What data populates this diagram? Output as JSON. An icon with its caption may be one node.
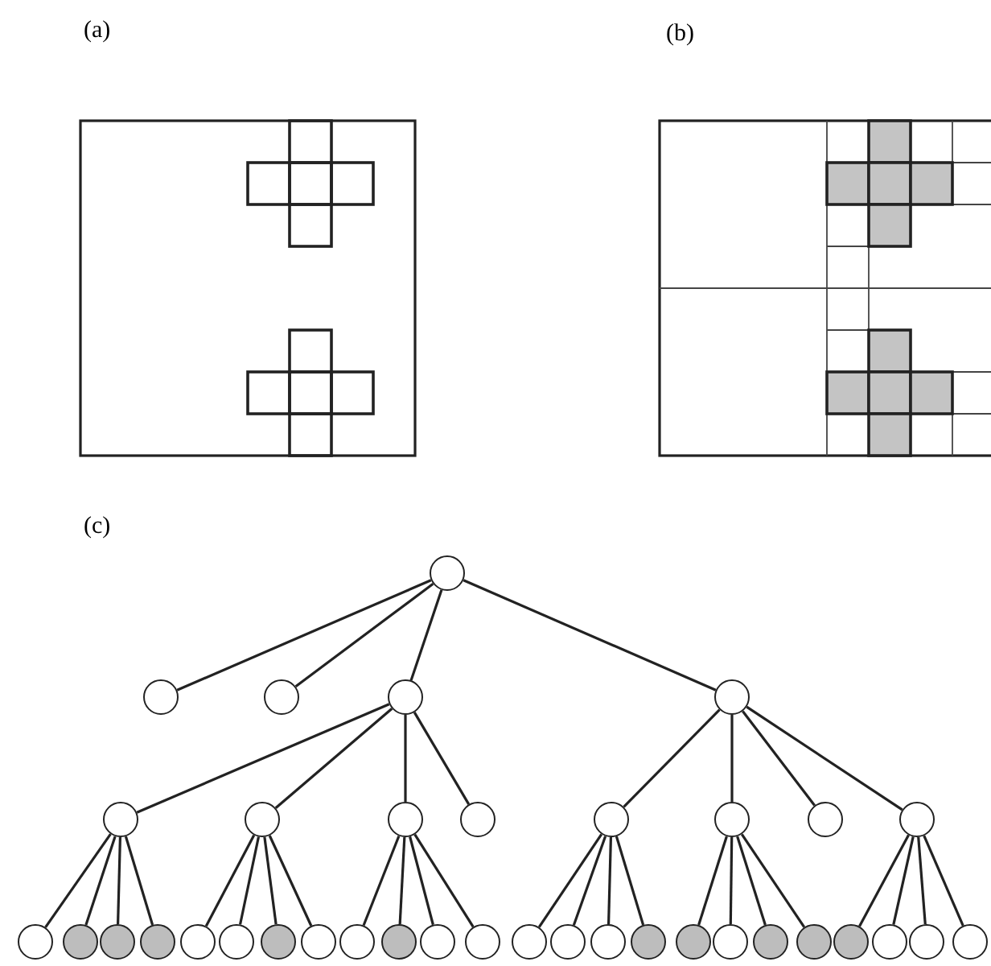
{
  "diagram": {
    "nodes": [
      {
        "text": [],
        "shape": "circle"
      },
      {
        "text": [],
        "shape": "circle"
      },
      {
        "text": [],
        "shape": "circle"
      },
      {
        "text": [],
        "shape": "circle"
      },
      {
        "text": [],
        "shape": "circle"
      },
      {
        "text": [],
        "shape": "circle"
      },
      {
        "text": [],
        "shape": "circle"
      },
      {
        "text": [],
        "shape": "circle"
      },
      {
        "text": [],
        "shape": "circle"
      },
      {
        "text": [],
        "shape": "circle"
      },
      {
        "text": [],
        "shape": "circle"
      },
      {
        "text": [],
        "shape": "circle"
      },
      {
        "text": [],
        "shape": "circle"
      },
      {
        "text": [],
        "shape": "circle"
      },
      {
        "text": [],
        "shape": "circle"
      },
      {
        "text": [],
        "shape": "circle"
      },
      {
        "text": [],
        "shape": "circle"
      },
      {
        "text": [],
        "shape": "circle"
      },
      {
        "text": [],
        "shape": "circle"
      },
      {
        "text": [],
        "shape": "circle"
      },
      {
        "text": [],
        "shape": "circle"
      },
      {
        "text": [],
        "shape": "circle"
      },
      {
        "text": [],
        "shape": "circle"
      },
      {
        "text": [],
        "shape": "circle"
      },
      {
        "text": [],
        "shape": "circle"
      },
      {
        "text": [],
        "shape": "circle"
      },
      {
        "text": [],
        "shape": "circle"
      },
      {
        "text": [],
        "shape": "circle"
      },
      {
        "text": [],
        "shape": "circle"
      },
      {
        "text": [],
        "shape": "circle"
      },
      {
        "text": [],
        "shape": "circle"
      },
      {
        "text": [],
        "shape": "circle"
      },
      {
        "text": [],
        "shape": "circle"
      },
      {
        "text": [],
        "shape": "circle"
      },
      {
        "text": [],
        "shape": "circle"
      },
      {
        "text": [],
        "shape": "circle"
      },
      {
        "text": [],
        "shape": "circle"
      }
    ],
    "edges": [
      {
        "from": 0,
        "to": 1,
        "arrow": "none"
      },
      {
        "from": 0,
        "to": 2,
        "arrow": "none"
      },
      {
        "from": 0,
        "to": 3,
        "arrow": "none"
      },
      {
        "from": 0,
        "to": 4,
        "arrow": "none"
      },
      {
        "from": 3,
        "to": 5,
        "arrow": "none"
      },
      {
        "from": 3,
        "to": 6,
        "arrow": "none"
      },
      {
        "from": 3,
        "to": 7,
        "arrow": "none"
      },
      {
        "from": 3,
        "to": 8,
        "arrow": "none"
      },
      {
        "from": 4,
        "to": 9,
        "arrow": "none"
      },
      {
        "from": 4,
        "to": 10,
        "arrow": "none"
      },
      {
        "from": 4,
        "to": 11,
        "arrow": "none"
      },
      {
        "from": 4,
        "to": 12,
        "arrow": "none"
      },
      {
        "from": 5,
        "to": 13,
        "arrow": "none"
      },
      {
        "from": 5,
        "to": 14,
        "arrow": "none"
      },
      {
        "from": 5,
        "to": 15,
        "arrow": "none"
      },
      {
        "from": 5,
        "to": 16,
        "arrow": "none"
      },
      {
        "from": 6,
        "to": 17,
        "arrow": "none"
      },
      {
        "from": 6,
        "to": 18,
        "arrow": "none"
      },
      {
        "from": 6,
        "to": 19,
        "arrow": "none"
      },
      {
        "from": 6,
        "to": 20,
        "arrow": "none"
      },
      {
        "from": 7,
        "to": 21,
        "arrow": "none"
      },
      {
        "from": 7,
        "to": 22,
        "arrow": "none"
      },
      {
        "from": 7,
        "to": 23,
        "arrow": "none"
      },
      {
        "from": 7,
        "to": 24,
        "arrow": "none"
      },
      {
        "from": 9,
        "to": 25,
        "arrow": "none"
      },
      {
        "from": 9,
        "to": 26,
        "arrow": "none"
      },
      {
        "from": 9,
        "to": 27,
        "arrow": "none"
      },
      {
        "from": 9,
        "to": 28,
        "arrow": "none"
      },
      {
        "from": 10,
        "to": 29,
        "arrow": "none"
      },
      {
        "from": 10,
        "to": 30,
        "arrow": "none"
      },
      {
        "from": 10,
        "to": 31,
        "arrow": "none"
      },
      {
        "from": 10,
        "to": 32,
        "arrow": "none"
      },
      {
        "from": 12,
        "to": 33,
        "arrow": "none"
      },
      {
        "from": 12,
        "to": 34,
        "arrow": "none"
      },
      {
        "from": 12,
        "to": 35,
        "arrow": "none"
      },
      {
        "from": 12,
        "to": 36,
        "arrow": "none"
      }
    ],
    "labels": [
      "(a)",
      "(b)",
      "(c)"
    ]
  }
}
